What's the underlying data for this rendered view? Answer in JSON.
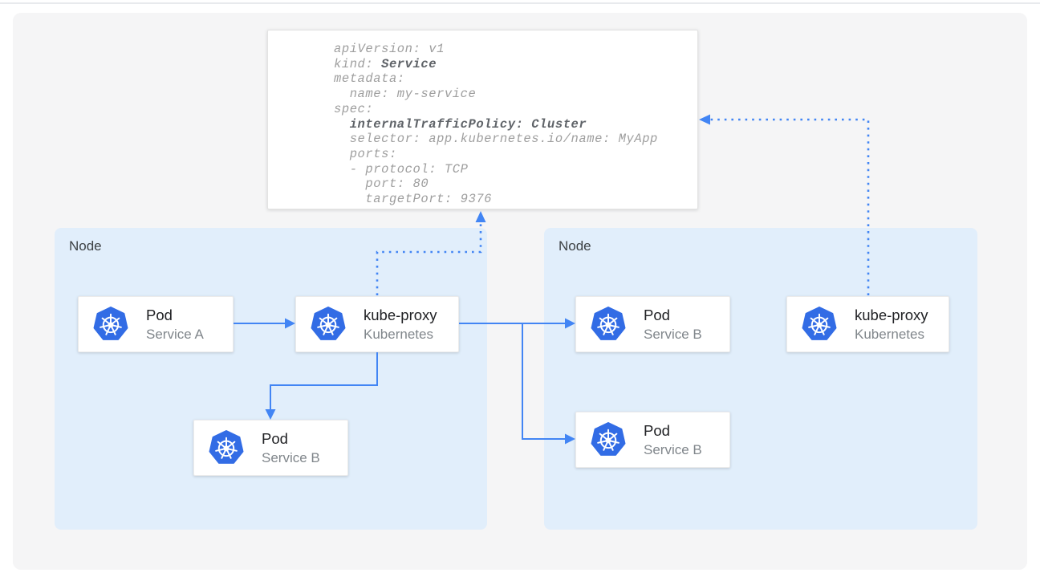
{
  "yaml_card": {
    "line_1": "apiVersion: v1",
    "line_2_prefix": "kind: ",
    "line_2_bold": "Service",
    "line_3": "metadata:",
    "line_4": "  name: my-service",
    "line_5": "spec:",
    "line_6_prefix": "  ",
    "line_6_bold": "internalTrafficPolicy: Cluster",
    "line_7": "  selector: app.kubernetes.io/name: MyApp",
    "line_8": "  ports:",
    "line_9": "  - protocol: TCP",
    "line_10": "    port: 80",
    "line_11": "    targetPort: 9376"
  },
  "node_left": {
    "label": "Node"
  },
  "node_right": {
    "label": "Node"
  },
  "cards": {
    "pod_service_a": {
      "title": "Pod",
      "subtitle": "Service A"
    },
    "kube_proxy_left": {
      "title": "kube-proxy",
      "subtitle": "Kubernetes"
    },
    "pod_service_b_left": {
      "title": "Pod",
      "subtitle": "Service B"
    },
    "pod_service_b_right_top": {
      "title": "Pod",
      "subtitle": "Service B"
    },
    "kube_proxy_right": {
      "title": "kube-proxy",
      "subtitle": "Kubernetes"
    },
    "pod_service_b_right_bottom": {
      "title": "Pod",
      "subtitle": "Service B"
    }
  },
  "colors": {
    "accent_blue": "#4285f4",
    "kubernetes_blue": "#326ce5",
    "node_background": "#e1eefb"
  }
}
